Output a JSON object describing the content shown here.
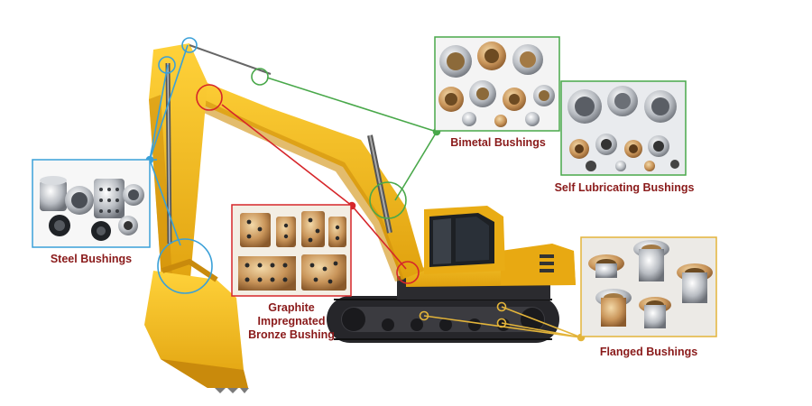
{
  "labels": {
    "bimetal": "Bimetal Bushings",
    "self_lubricating": "Self Lubricating Bushings",
    "steel": "Steel Bushings",
    "graphite_1": "Graphite",
    "graphite_2": "Impregnated",
    "graphite_3": "Bronze Bushing",
    "flanged": "Flanged Bushings"
  },
  "colors": {
    "machine_yellow": "#f2b316",
    "machine_shadow": "#d08f0c",
    "track_black": "#26262a",
    "label_red": "#8a1a1a",
    "callout_green": "#49a84a",
    "callout_blue": "#3aa0d8",
    "callout_red": "#d6262a",
    "callout_gold": "#e3b43a"
  }
}
